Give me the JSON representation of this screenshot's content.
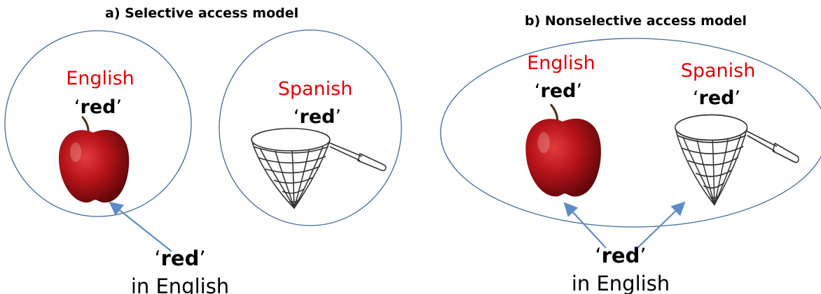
{
  "panel_a": {
    "title": "a) Selective access model",
    "english": {
      "language": "English",
      "word": "red",
      "object_icon": "apple-icon"
    },
    "spanish": {
      "language": "Spanish",
      "word": "red",
      "object_icon": "net-icon"
    },
    "stimulus": {
      "word": "red",
      "context": "in English"
    }
  },
  "panel_b": {
    "title": "b) Nonselective access model",
    "english": {
      "language": "English",
      "word": "red",
      "object_icon": "apple-icon"
    },
    "spanish": {
      "language": "Spanish",
      "word": "red",
      "object_icon": "net-icon"
    },
    "stimulus": {
      "word": "red",
      "context": "in English"
    }
  },
  "colors": {
    "language_label": "#e60000",
    "circle_stroke": "#3f6aa0",
    "arrow": "#5b8cc7"
  }
}
